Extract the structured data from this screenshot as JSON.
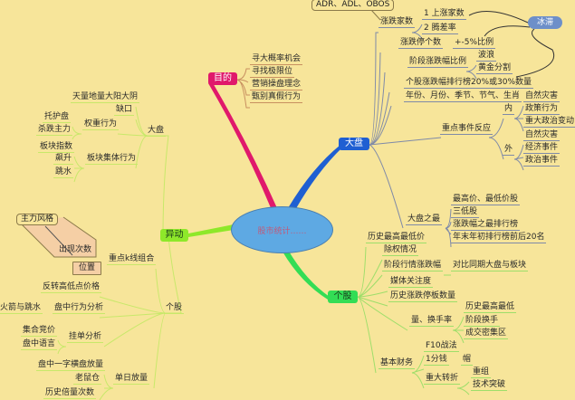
{
  "center": "股市统计……",
  "purpose": {
    "label": "目的",
    "color": "#e0196b",
    "items": [
      "寻大概率机会",
      "寻找极限位",
      "营销操盘理念",
      "甄别真假行为"
    ]
  },
  "market": {
    "label": "大盘",
    "color": "#1f5fd2",
    "adr_note": "ADR、ADL、OBOS",
    "ice_label": "冰滞",
    "advance_decline": {
      "label": "涨跌家数",
      "items": [
        "1 上涨家数",
        "2 腾差率"
      ]
    },
    "limit_count": {
      "label": "涨跌停个数",
      "item": "+-5%比例"
    },
    "stage_ratio": {
      "label": "阶段涨跌幅比例",
      "items": [
        "波浪",
        "黄金分割"
      ]
    },
    "ranking": "个股涨跌幅排行榜20%或30%数量",
    "calendar": "年份、月份、季节、节气、生肖",
    "events": {
      "label": "重点事件反应",
      "inner": {
        "label": "内",
        "items": [
          "自然灾害",
          "政策行为",
          "重大政治变动"
        ]
      },
      "outer": {
        "label": "外",
        "items": [
          "自然灾害",
          "经济事件",
          "政治事件"
        ]
      }
    },
    "extremes": {
      "label": "大盘之最",
      "items": [
        "最高价、最低价股",
        "三低股",
        "涨跌幅之最排行榜",
        "年末年初排行榜前后20名"
      ]
    }
  },
  "stock": {
    "label": "个股",
    "color": "#33dd55",
    "items": [
      "历史最高最低价",
      "除权情况",
      "阶段行情涨跌幅",
      "媒体关注度",
      "历史涨跌停板数量"
    ],
    "compare": "对比同期大盘与板块",
    "volume": {
      "label": "量、换手率",
      "items": [
        "历史最高最低",
        "阶段换手",
        "成交密集区"
      ]
    },
    "finance": {
      "label": "基本财务",
      "f10": "F10战法",
      "penny": "1分钱",
      "hat": "帽",
      "turn": {
        "label": "重大转折",
        "items": [
          "重组",
          "技术突破"
        ]
      }
    }
  },
  "anomaly": {
    "label": "异动",
    "color": "#8ee82a",
    "market": {
      "label": "大盘",
      "volume": "天量地量大阳大阴",
      "gap": "缺口",
      "weight": {
        "label": "权重行为",
        "items": [
          "托护盘",
          "杀跌主力"
        ]
      },
      "sector": {
        "label": "板块集体行为",
        "items": [
          "板块指数",
          "飙升",
          "跳水"
        ]
      }
    },
    "stock": {
      "label": "个股",
      "kline": {
        "label": "重点k线组合",
        "style": "主力风格",
        "count": "出现次数",
        "position": "位置"
      },
      "reversal": "反转高低点价格",
      "intraday": {
        "label": "盘中行为分析",
        "item": "火箭与跳水"
      },
      "orders": {
        "label": "挂单分析",
        "items": [
          "集合竞价",
          "盘中语言"
        ]
      },
      "daily": {
        "label": "单日放量",
        "items": [
          "盘中一字横盘放量",
          "老鼠仓",
          "历史倍量次数"
        ]
      }
    }
  }
}
